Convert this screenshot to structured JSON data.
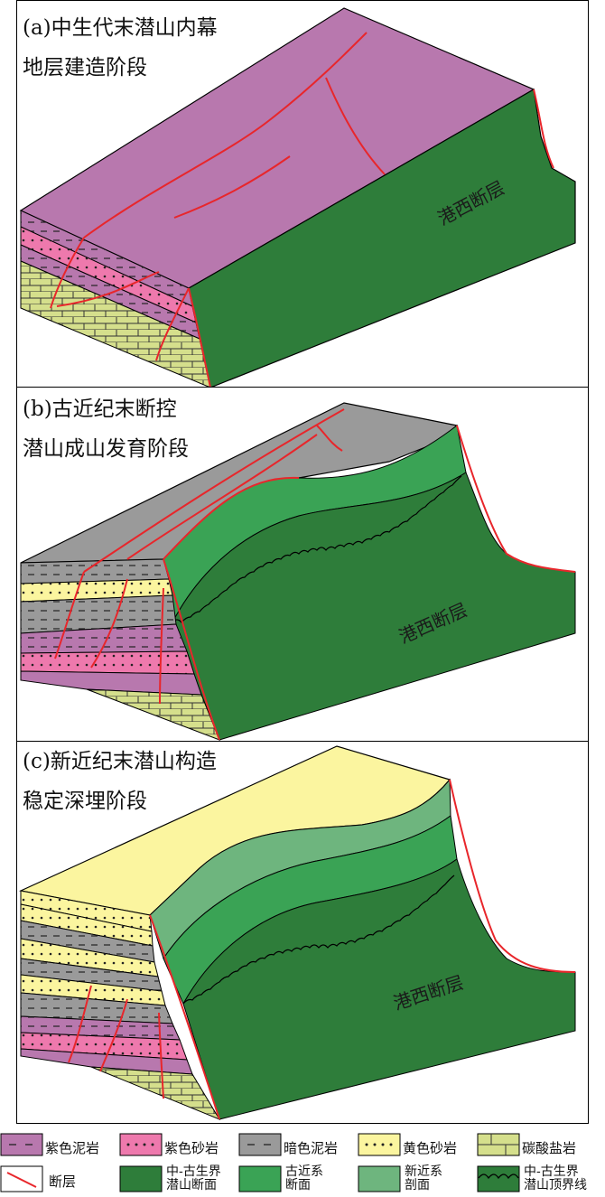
{
  "panels": {
    "a": {
      "title_line1": "(a)中生代末潜山内幕",
      "title_line2": "地层建造阶段",
      "fault_name": "港西断层"
    },
    "b": {
      "title_line1": "(b)古近纪末断控",
      "title_line2": "潜山成山发育阶段",
      "fault_name": "港西断层"
    },
    "c": {
      "title_line1": "(c)新近纪末潜山构造",
      "title_line2": "稳定深埋阶段",
      "fault_name": "港西断层"
    }
  },
  "legend": {
    "purple_mudstone": "紫色泥岩",
    "purple_sandstone": "紫色砂岩",
    "dark_mudstone": "暗色泥岩",
    "yellow_sandstone": "黄色砂岩",
    "carbonate": "碳酸盐岩",
    "fault": "断层",
    "meso_paleo_section": {
      "l1": "中-古生界",
      "l2": "潜山断面"
    },
    "paleogene_section": {
      "l1": "古近系",
      "l2": "断面"
    },
    "neogene_section": {
      "l1": "新近系",
      "l2": "剖面"
    },
    "top_line": {
      "l1": "中-古生界",
      "l2": "潜山顶界线"
    }
  },
  "colors": {
    "purple": "#b878ae",
    "pink": "#ee79ad",
    "gray": "#9a9a9a",
    "yellow": "#fbf59f",
    "carbonate": "#d5df8c",
    "dark_green": "#2e7d3a",
    "mid_green": "#3aa355",
    "light_green": "#6eb57e",
    "fault_red": "#e8262b"
  }
}
